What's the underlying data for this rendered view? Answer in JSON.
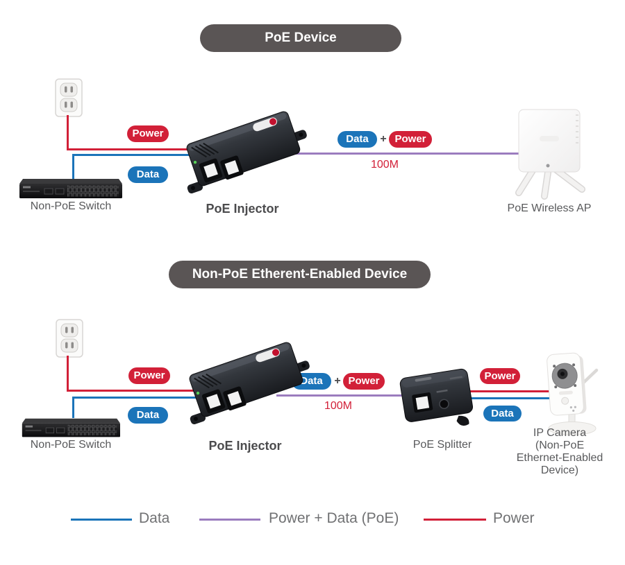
{
  "colors": {
    "data_line": "#1b74b9",
    "power_line": "#d22038",
    "poe_line": "#9b7cbe",
    "header_bg": "#5a5555",
    "label_text": "#58595b"
  },
  "icons": {
    "outlet": "wall-outlet-icon",
    "switch": "network-switch-icon",
    "injector": "poe-injector-icon",
    "ap": "wireless-ap-icon",
    "splitter": "poe-splitter-icon",
    "camera": "ip-camera-icon"
  },
  "s1": {
    "header": "PoE Device",
    "power": "Power",
    "data": "Data",
    "combo_data": "Data",
    "plus": "+",
    "combo_power": "Power",
    "distance": "100M",
    "switch_label": "Non-PoE Switch",
    "injector_label": "PoE Injector",
    "ap_label": "PoE Wireless AP"
  },
  "s2": {
    "header": "Non-PoE Etherent-Enabled Device",
    "power": "Power",
    "data": "Data",
    "combo_data": "Data",
    "plus": "+",
    "combo_power": "Power",
    "distance": "100M",
    "out_power": "Power",
    "out_data": "Data",
    "switch_label": "Non-PoE Switch",
    "injector_label": "PoE Injector",
    "splitter_label": "PoE Splitter",
    "camera_label_lines": [
      "IP Camera",
      "(Non-PoE",
      "Ethernet-Enabled",
      "Device)"
    ]
  },
  "legend": {
    "items": [
      {
        "label": "Data",
        "color": "#1b74b9"
      },
      {
        "label": "Power + Data (PoE)",
        "color": "#9b7cbe"
      },
      {
        "label": "Power",
        "color": "#d22038"
      }
    ]
  }
}
